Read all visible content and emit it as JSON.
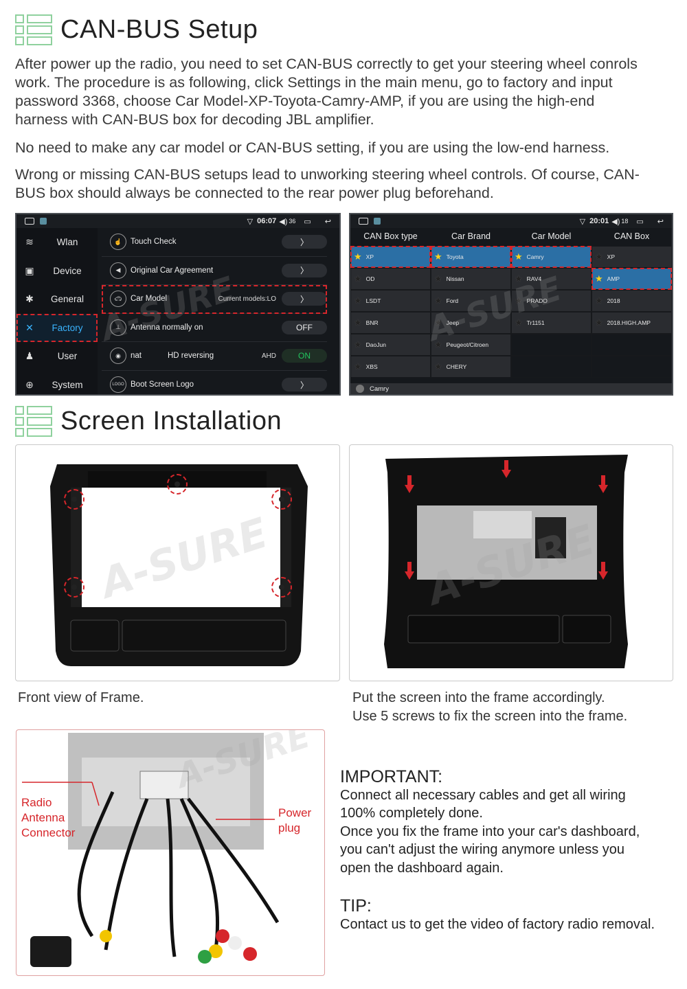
{
  "sections": {
    "canbus_title": "CAN-BUS Setup",
    "screen_title": "Screen Installation"
  },
  "paragraphs": {
    "p1_l1": "After power up the radio, you need to set CAN-BUS correctly to get your steering wheel conrols",
    "p1_l2": "work. The procedure is as following, click Settings in the main menu, go to factory and input",
    "p1_l3": "password 3368, choose Car Model-XP-Toyota-Camry-AMP, if you are using the high-end",
    "p1_l4": "harness with CAN-BUS box for decoding JBL amplifier.",
    "p2": "No need to make any car model or CAN-BUS setting, if you are using the low-end harness.",
    "p3_l1": "Wrong or missing CAN-BUS setups lead to unworking steering wheel controls. Of course, CAN-",
    "p3_l2": "BUS box should always be connected to the rear power plug beforehand."
  },
  "settings_screen": {
    "time": "06:07",
    "volume": "36",
    "sidebar": [
      "Wlan",
      "Device",
      "General",
      "Factory",
      "User",
      "System"
    ],
    "menu": {
      "touch_check": "Touch Check",
      "original_car": "Original Car Agreement",
      "car_model": "Car Model",
      "car_model_current": "Current models:LO",
      "antenna": "Antenna normally on",
      "antenna_state": "OFF",
      "nat": "nat",
      "hd_reversing": "HD reversing",
      "ahd": "AHD",
      "ahd_state": "ON",
      "boot_logo": "Boot Screen Logo",
      "logo_icon": "LOGO"
    }
  },
  "car_screen": {
    "time": "20:01",
    "volume": "18",
    "headers": [
      "CAN Box type",
      "Car Brand",
      "Car Model",
      "CAN Box"
    ],
    "col1": [
      "XP",
      "OD",
      "LSDT",
      "BNR",
      "DaoJun",
      "XBS"
    ],
    "col2": [
      "Toyota",
      "Nissan",
      "Ford",
      "Jeep",
      "Peugeot/Citroen",
      "CHERY"
    ],
    "col3": [
      "Camry",
      "RAV4",
      "PRADO",
      "Tr1151"
    ],
    "col4": [
      "XP",
      "AMP",
      "2018",
      "2018.HIGH.AMP"
    ],
    "bottom": "Camry"
  },
  "watermark": "A-SURE",
  "captions": {
    "front_view": "Front view of Frame.",
    "put_l1": "Put the screen into the frame accordingly.",
    "put_l2": "Use 5 screws to fix the screen into the frame."
  },
  "wiring": {
    "radio_l1": "Radio",
    "radio_l2": "Antenna",
    "radio_l3": "Connector",
    "power_l1": "Power",
    "power_l2": "plug"
  },
  "important": {
    "title": "IMPORTANT:",
    "l1": "Connect all necessary cables and get all wiring",
    "l2": "100% completely done.",
    "l3": "Once you fix the frame into your car's dashboard,",
    "l4": "you can't adjust the wiring anymore unless you",
    "l5": "open the dashboard again.",
    "tip_title": "TIP:",
    "tip": "Contact us to get the video of factory radio removal."
  },
  "colors": {
    "accent_red": "#d6262b",
    "icon_green": "#8fd19e",
    "screen_blue": "#2b6fa5",
    "factory_blue": "#3ab4ff"
  }
}
